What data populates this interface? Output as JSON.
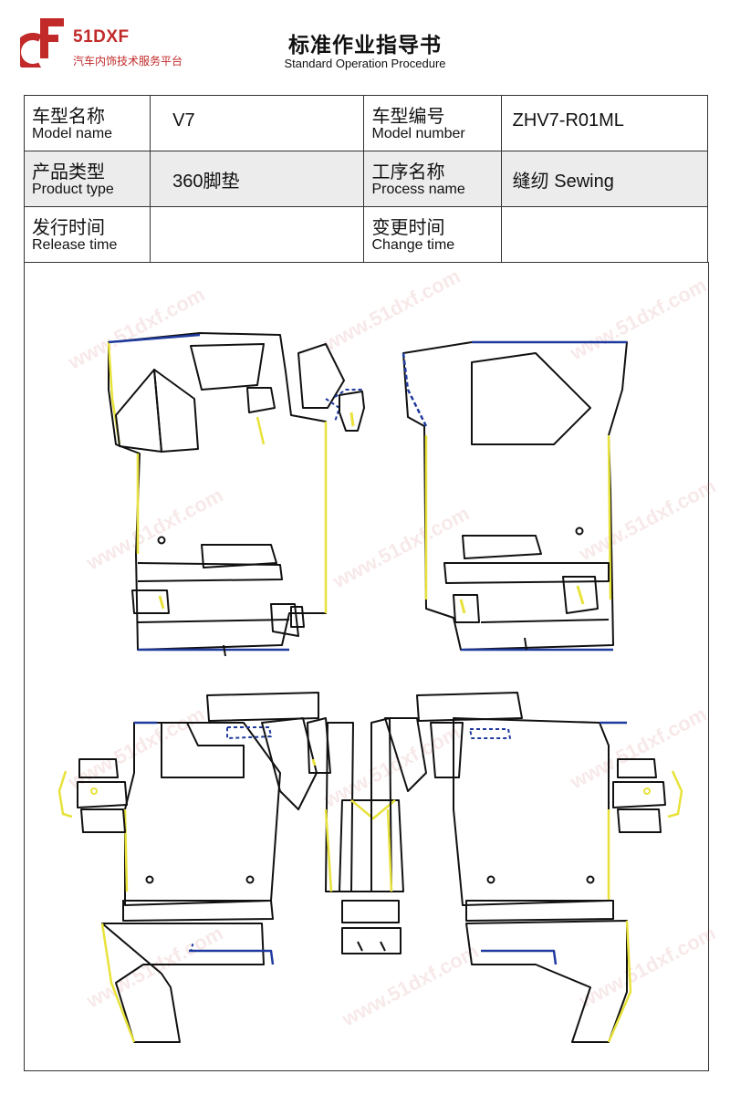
{
  "header": {
    "brand": "51DXF",
    "brand_subtitle": "汽车内饰技术服务平台",
    "title": "标准作业指导书",
    "subtitle": "Standard Operation Procedure"
  },
  "info_table": {
    "model_name_cn": "车型名称",
    "model_name_en": "Model name",
    "model_name_value": "V7",
    "model_number_cn": "车型编号",
    "model_number_en": "Model number",
    "model_number_value": "ZHV7-R01ML",
    "product_type_cn": "产品类型",
    "product_type_en": "Product type",
    "product_type_value": "360脚垫",
    "process_name_cn": "工序名称",
    "process_name_en": "Process name",
    "process_name_value": "缝纫 Sewing",
    "release_time_cn": "发行时间",
    "release_time_en": "Release time",
    "release_time_value": "",
    "change_time_cn": "变更时间",
    "change_time_en": "Change time",
    "change_time_value": ""
  },
  "watermark": "www.51dxf.com",
  "colors": {
    "brand_red": "#c22a2a",
    "outline_black": "#111111",
    "edge_yellow": "#e8e23a",
    "edge_blue": "#1f3a9e",
    "watermark": "#d27878"
  }
}
